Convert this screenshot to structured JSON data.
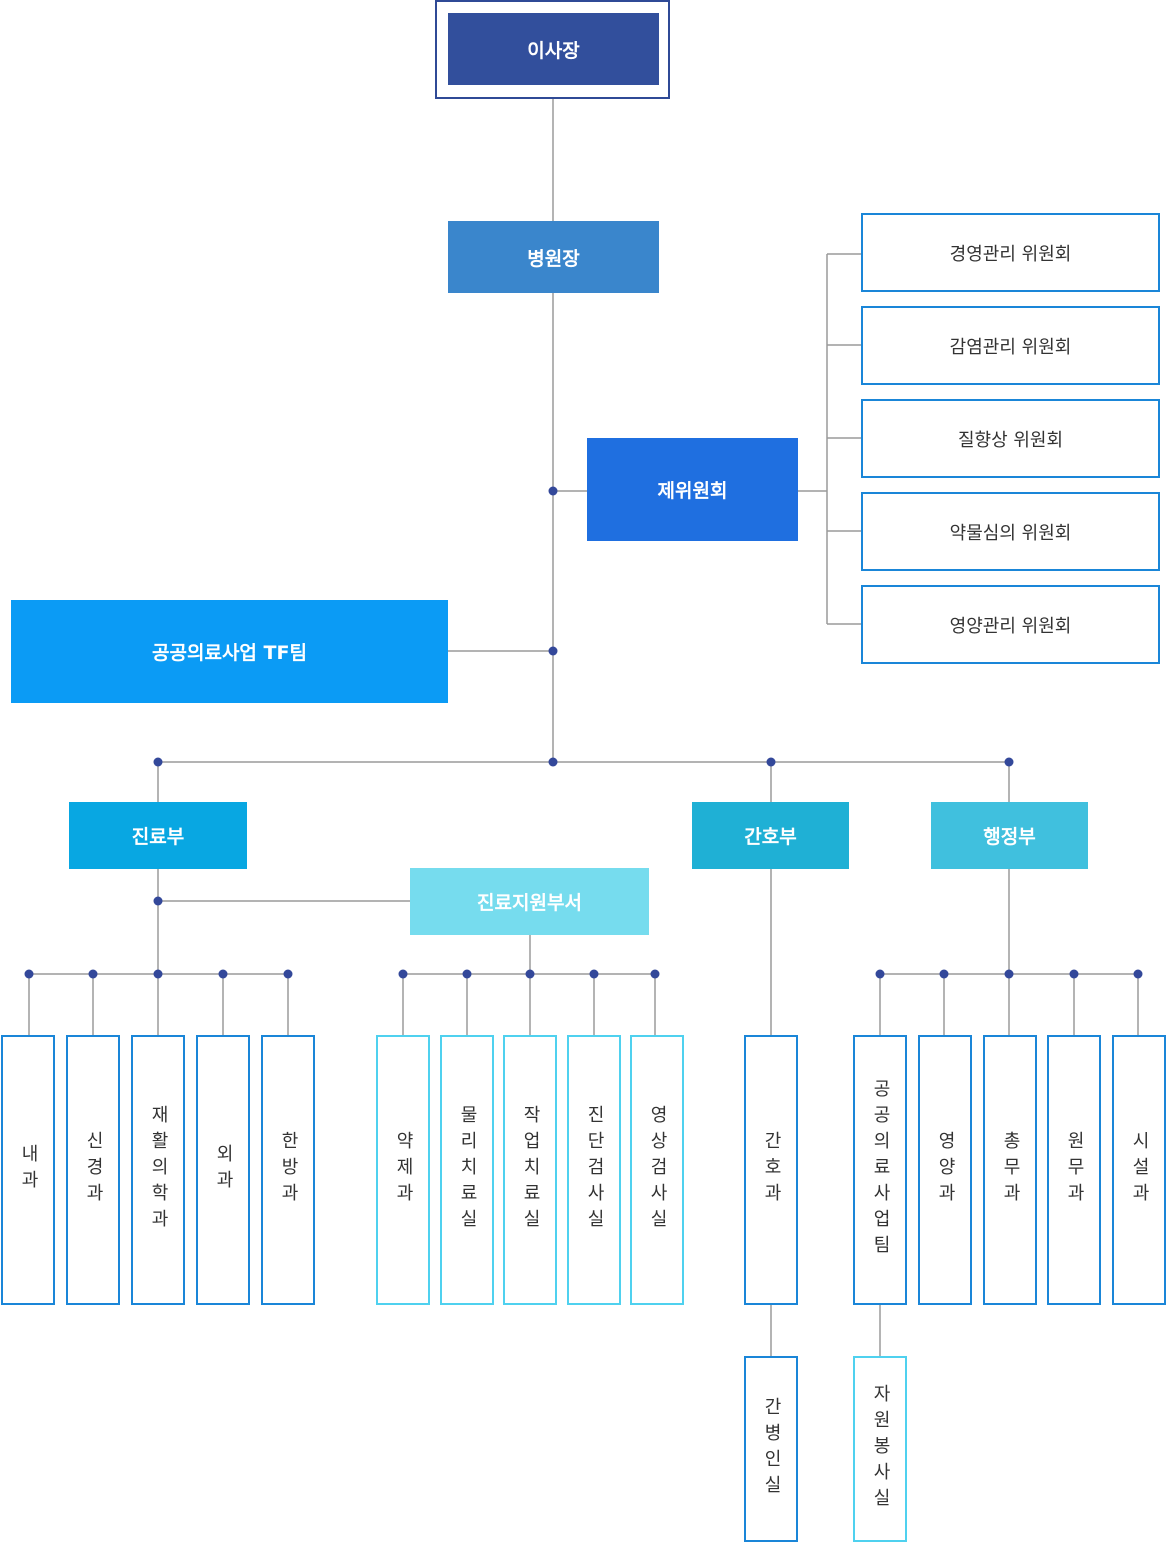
{
  "chairman": "이사장",
  "director": "병원장",
  "committees_title": "제위원회",
  "committees": [
    "경영관리 위원회",
    "감염관리 위원회",
    "질향상 위원회",
    "약물심의 위원회",
    "영양관리 위원회"
  ],
  "tf_team": "공공의료사업 TF팀",
  "departments": {
    "medical": "진료부",
    "nursing": "간호부",
    "admin": "행정부"
  },
  "support_office": "진료지원부서",
  "medical_units": [
    "내과",
    "신경과",
    "재활의학과",
    "외과",
    "한방과"
  ],
  "support_units": [
    "약제과",
    "물리치료실",
    "작업치료실",
    "진단검사실",
    "영상검사실"
  ],
  "nursing_units": [
    "간호과"
  ],
  "nursing_sub": [
    "간병인실"
  ],
  "admin_units": [
    "공공의료사업팀",
    "영양과",
    "총무과",
    "원무과",
    "시설과"
  ],
  "admin_sub": [
    "자원봉사실"
  ],
  "colors": {
    "chairman": "#324f9c",
    "director": "#3a86cc",
    "committees": "#1f6fe0",
    "tf_team": "#0b9bf5",
    "medical": "#08a7e2",
    "nursing": "#1fb0d5",
    "admin": "#40c0de",
    "support_office": "#76dcee",
    "line": "#9a9a9a",
    "node": "#33489a"
  }
}
